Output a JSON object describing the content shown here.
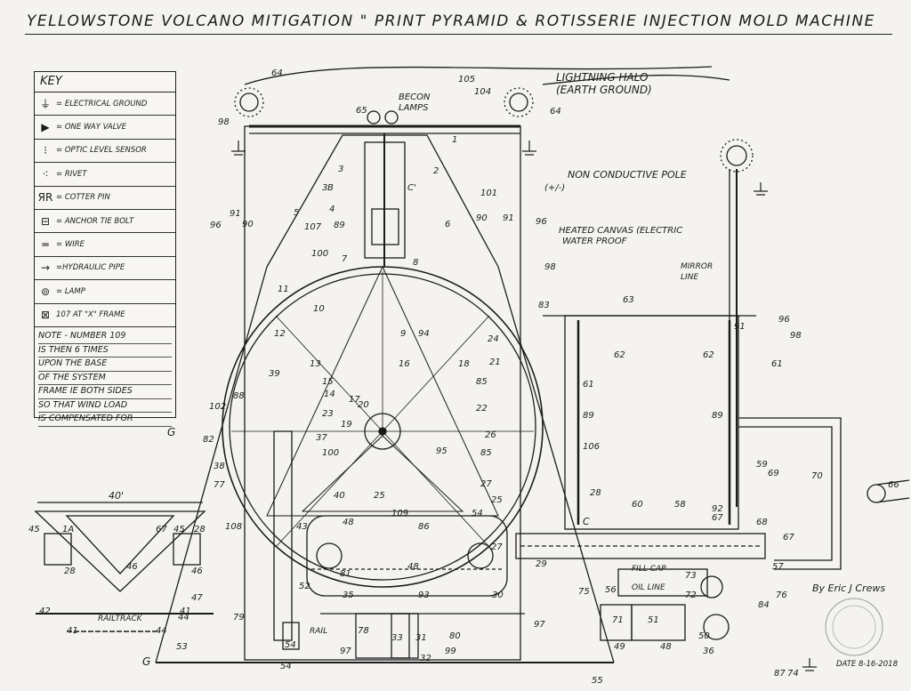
{
  "title": "YELLOWSTONE VOLCANO MITIGATION \" PRINT PYRAMID & ROTISSERIE INJECTION MOLD MACHINE",
  "key": {
    "heading": "KEY",
    "rows": [
      {
        "icon": "ground-icon",
        "symbol": "⏚",
        "label": "= ELECTRICAL GROUND"
      },
      {
        "icon": "valve-icon",
        "symbol": "▶",
        "label": "= ONE WAY VALVE"
      },
      {
        "icon": "sensor-icon",
        "symbol": "⁝",
        "label": "= OPTIC LEVEL SENSOR"
      },
      {
        "icon": "rivet-icon",
        "symbol": "⁖",
        "label": "= RIVET"
      },
      {
        "icon": "cotter-pin-icon",
        "symbol": "ЯR",
        "label": "= COTTER PIN"
      },
      {
        "icon": "bolt-icon",
        "symbol": "⊟",
        "label": "= ANCHOR TIE BOLT"
      },
      {
        "icon": "wire-icon",
        "symbol": "═",
        "label": "= WIRE"
      },
      {
        "icon": "pipe-icon",
        "symbol": "→",
        "label": "=HYDRAULIC PIPE"
      },
      {
        "icon": "lamp-icon",
        "symbol": "⊚",
        "label": "= LAMP"
      },
      {
        "icon": "frame-icon",
        "symbol": "⊠",
        "label": "107 AT \"X\" FRAME"
      }
    ],
    "note": [
      "NOTE - NUMBER 109",
      "IS THEN 6 TIMES",
      "UPON THE BASE",
      "OF THE SYSTEM",
      "FRAME IE BOTH SIDES",
      "SO THAT WIND LOAD",
      "IS COMPENSATED FOR"
    ]
  },
  "labels": {
    "lightning_halo": "LIGHTNING HALO",
    "earth_ground": "(EARTH GROUND)",
    "becon": "BECON",
    "lamps": "LAMPS",
    "pole": "NON CONDUCTIVE POLE",
    "pole_sign": "(+/-)",
    "canvas": "HEATED CANVAS (ELECTRIC",
    "waterproof": "WATER PROOF",
    "mirror": "MIRROR",
    "mirror_line": "LINE",
    "fill_cap": "FILL CAP",
    "oil_line": "OIL LINE",
    "rail_track": "RAILTRACK",
    "rail": "RAIL",
    "dimension": "40'",
    "g_left": "G",
    "g_bottom": "G",
    "c_label": "C"
  },
  "numbers": [
    "64",
    "98",
    "65",
    "105",
    "104",
    "64",
    "1",
    "2",
    "3",
    "3",
    "B",
    "C'",
    "101",
    "90",
    "91",
    "96",
    "4",
    "6",
    "89",
    "107",
    "90",
    "91",
    "96",
    "98",
    "7",
    "8",
    "5",
    "100",
    "11",
    "12",
    "10",
    "9",
    "94",
    "24",
    "83",
    "63",
    "62",
    "62",
    "61",
    "61",
    "89",
    "89",
    "91",
    "96",
    "98",
    "39",
    "13",
    "15",
    "14",
    "17",
    "16",
    "18",
    "21",
    "85",
    "22",
    "23",
    "20",
    "19",
    "95",
    "26",
    "85",
    "106",
    "102",
    "88",
    "82",
    "38",
    "37",
    "100",
    "77",
    "108",
    "40",
    "25",
    "27",
    "25",
    "48",
    "86",
    "28",
    "60",
    "58",
    "59",
    "69",
    "70",
    "66",
    "92",
    "67",
    "67",
    "68",
    "67",
    "1A",
    "45",
    "45",
    "28",
    "28",
    "46",
    "46",
    "47",
    "42",
    "41",
    "41",
    "44",
    "44",
    "43",
    "81",
    "48",
    "29",
    "75",
    "76",
    "57",
    "84",
    "56",
    "73",
    "72",
    "71",
    "51",
    "52",
    "35",
    "93",
    "30",
    "27",
    "79",
    "78",
    "97",
    "33",
    "32",
    "31",
    "99",
    "97",
    "80",
    "49",
    "48",
    "50",
    "53",
    "55",
    "54",
    "54",
    "36",
    "109",
    "54",
    "87",
    "74"
  ],
  "signature": "By Eric J Crews",
  "date": "DATE 8-16-2018"
}
